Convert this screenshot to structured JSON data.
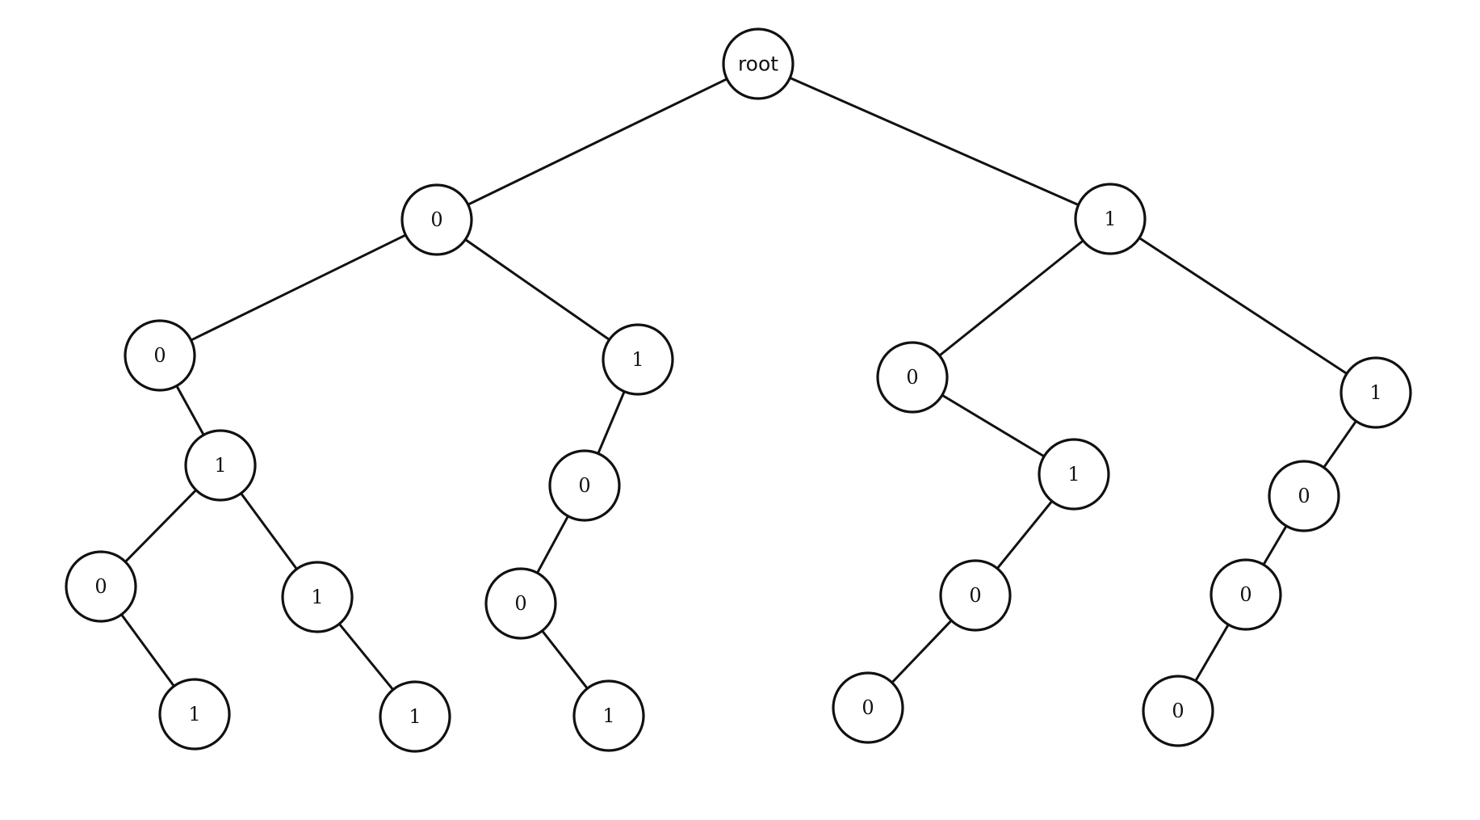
{
  "nodes": [
    {
      "id": "root",
      "label": "root",
      "parent": null
    },
    {
      "id": "n0",
      "label": "0",
      "parent": "root"
    },
    {
      "id": "n1",
      "label": "1",
      "parent": "root"
    },
    {
      "id": "n00",
      "label": "0",
      "parent": "n0"
    },
    {
      "id": "n01",
      "label": "1",
      "parent": "n0"
    },
    {
      "id": "n001",
      "label": "1",
      "parent": "n00"
    },
    {
      "id": "n0010",
      "label": "0",
      "parent": "n001"
    },
    {
      "id": "n00101",
      "label": "1",
      "parent": "n0010"
    },
    {
      "id": "n0011",
      "label": "1",
      "parent": "n001"
    },
    {
      "id": "n00111",
      "label": "1",
      "parent": "n0011"
    },
    {
      "id": "n010",
      "label": "0",
      "parent": "n01"
    },
    {
      "id": "n0100",
      "label": "0",
      "parent": "n010"
    },
    {
      "id": "n01001",
      "label": "1",
      "parent": "n0100"
    },
    {
      "id": "n10",
      "label": "0",
      "parent": "n1"
    },
    {
      "id": "n101",
      "label": "1",
      "parent": "n10"
    },
    {
      "id": "n1010",
      "label": "0",
      "parent": "n101"
    },
    {
      "id": "n10100",
      "label": "0",
      "parent": "n1010"
    },
    {
      "id": "n11",
      "label": "1",
      "parent": "n1"
    },
    {
      "id": "n110",
      "label": "0",
      "parent": "n11"
    },
    {
      "id": "n1100",
      "label": "0",
      "parent": "n110"
    },
    {
      "id": "n11000",
      "label": "0",
      "parent": "n1100"
    }
  ]
}
